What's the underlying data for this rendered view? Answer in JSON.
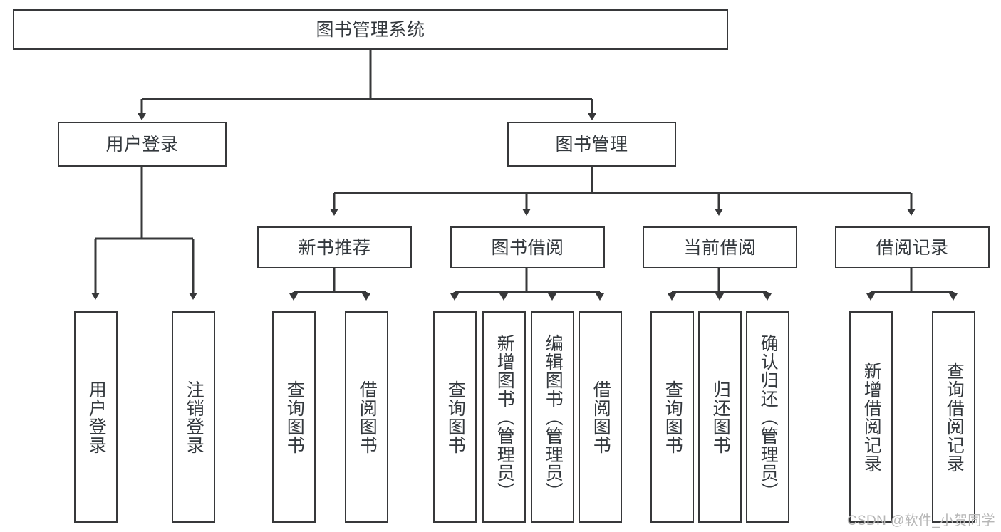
{
  "diagram": {
    "type": "tree-hierarchy",
    "title": "图书管理系统",
    "root": {
      "id": "root",
      "label": "图书管理系统"
    },
    "level2": [
      {
        "id": "user-login",
        "label": "用户登录"
      },
      {
        "id": "book-manage",
        "label": "图书管理"
      }
    ],
    "level3": [
      {
        "id": "new-book-rec",
        "label": "新书推荐"
      },
      {
        "id": "book-borrow",
        "label": "图书借阅"
      },
      {
        "id": "current-borrow",
        "label": "当前借阅"
      },
      {
        "id": "borrow-record",
        "label": "借阅记录"
      }
    ],
    "leaves": {
      "user_login": [
        {
          "id": "leaf-user-login",
          "label": "用户登录"
        },
        {
          "id": "leaf-logout",
          "label": "注销登录"
        }
      ],
      "new_book_rec": [
        {
          "id": "leaf-query-book-1",
          "label": "查询图书"
        },
        {
          "id": "leaf-borrow-book-1",
          "label": "借阅图书"
        }
      ],
      "book_borrow": [
        {
          "id": "leaf-query-book-2",
          "label": "查询图书"
        },
        {
          "id": "leaf-add-book",
          "label": "新增图书（管理员）"
        },
        {
          "id": "leaf-edit-book",
          "label": "编辑图书（管理员）"
        },
        {
          "id": "leaf-borrow-book-2",
          "label": "借阅图书"
        }
      ],
      "current_borrow": [
        {
          "id": "leaf-query-book-3",
          "label": "查询图书"
        },
        {
          "id": "leaf-return-book",
          "label": "归还图书"
        },
        {
          "id": "leaf-confirm-return",
          "label": "确认归还（管理员）"
        }
      ],
      "borrow_record": [
        {
          "id": "leaf-add-record",
          "label": "新增借阅记录"
        },
        {
          "id": "leaf-query-record",
          "label": "查询借阅记录"
        }
      ]
    }
  },
  "watermark": {
    "text": "CSDN @软件_小贺同学"
  },
  "colors": {
    "stroke": "#37383a",
    "text": "#33383d",
    "background": "#ffffff",
    "watermark": "#b6b6b6"
  }
}
